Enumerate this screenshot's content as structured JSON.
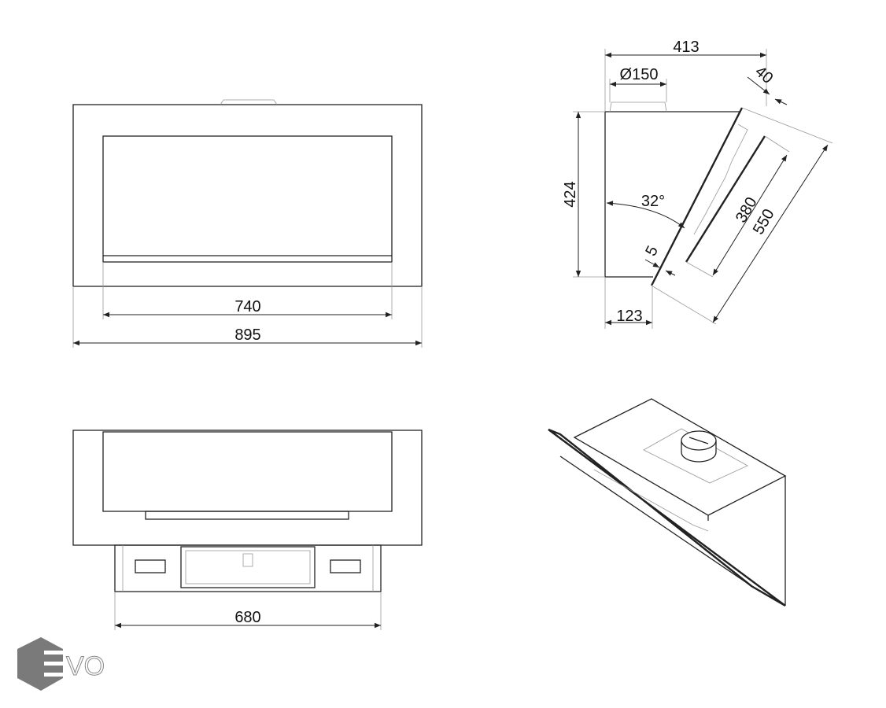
{
  "drawing": {
    "front_view": {
      "inner_width": "740",
      "overall_width": "895"
    },
    "side_view": {
      "depth": "413",
      "duct_diameter": "Ø150",
      "glass_offset": "40",
      "height": "424",
      "angle": "32°",
      "glass_thickness": "5",
      "bottom_depth": "123",
      "panel_length": "380",
      "glass_length": "550"
    },
    "bottom_view": {
      "width": "680"
    },
    "logo": {
      "text": "EVO",
      "color": "#7a7a7a"
    }
  }
}
